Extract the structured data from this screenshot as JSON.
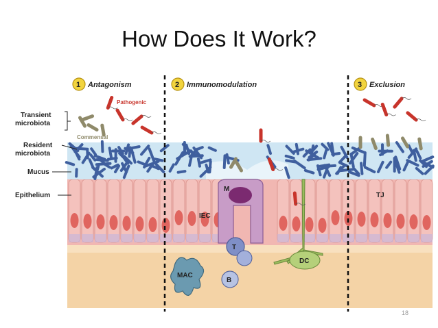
{
  "slide": {
    "title": "How Does It Work?",
    "page_number": "18"
  },
  "diagram": {
    "sections": [
      {
        "number": "1",
        "label": "Antagonism"
      },
      {
        "number": "2",
        "label": "Immunomodulation"
      },
      {
        "number": "3",
        "label": "Exclusion"
      }
    ],
    "layer_labels": {
      "transient_line1": "Transient",
      "transient_line2": "microbiota",
      "resident_line1": "Resident",
      "resident_line2": "microbiota",
      "mucus": "Mucus",
      "epithelium": "Epithelium"
    },
    "bacteria_labels": {
      "pathogenic": "Pathogenic",
      "commensal": "Commensal"
    },
    "cell_labels": {
      "m_cell": "M",
      "iec": "IEC",
      "t_cell": "T",
      "b_cell": "B",
      "macrophage": "MAC",
      "dendritic_cell": "DC",
      "tight_junction": "TJ"
    },
    "colors": {
      "pathogenic": "#c8342b",
      "commensal": "#8f8a6a",
      "resident": "#3f5f9e",
      "mucus": "#cfe6f3",
      "epithelium": "#f4c2bd",
      "nucleus": "#e0655f",
      "lamina_propria": "#f4d3a6",
      "badge": "#f2d43e"
    }
  }
}
